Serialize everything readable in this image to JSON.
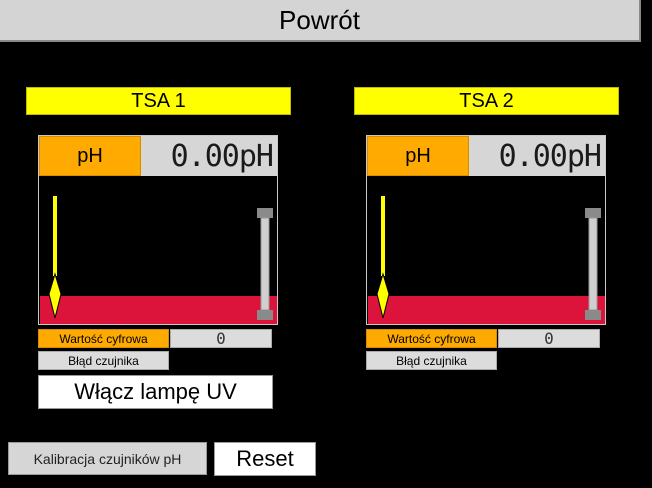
{
  "header": {
    "title": "Powrót"
  },
  "sensors": [
    {
      "title": "TSA 1",
      "ph_label": "pH",
      "ph_value": "0.00pH",
      "digital_label": "Wartość cyfrowa",
      "digital_value": "0",
      "error_label": "Błąd czujnika"
    },
    {
      "title": "TSA 2",
      "ph_label": "pH",
      "ph_value": "0.00pH",
      "digital_label": "Wartość cyfrowa",
      "digital_value": "0",
      "error_label": "Błąd czujnika"
    }
  ],
  "uv_button": "Włącz lampę UV",
  "calibration_button": "Kalibracja czujników pH",
  "reset_button": "Reset",
  "colors": {
    "title_yellow": "#ffff00",
    "label_orange": "#ffaa00",
    "bar_red": "#dc143c",
    "background": "#000000"
  }
}
